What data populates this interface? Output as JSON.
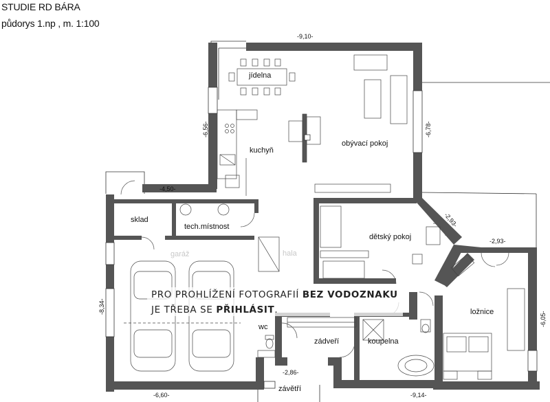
{
  "header": {
    "title": "STUDIE RD BÁRA",
    "subtitle": "půdorys 1.np , m. 1:100"
  },
  "rooms": {
    "jidelna": "jídelna",
    "kuchyn": "kuchyň",
    "obyvaci_pokoj": "obývací pokoj",
    "sklad": "sklad",
    "tech_mistnost": "tech.místnost",
    "garaz": "garáž",
    "hala": "hala",
    "detsky_pokoj": "dětský pokoj",
    "loznice": "ložnice",
    "wc": "wc",
    "zadveri": "zádveří",
    "koupelna": "koupelna",
    "zavetri": "závětří"
  },
  "dimensions": {
    "top_width": "-9,10-",
    "left_upper": "-6,56-",
    "right_upper": "-6,78-",
    "left_mid": "-4,50-",
    "left_lower": "-8,34-",
    "diag": "-2,93-",
    "bedroom_top": "-2,93-",
    "right_lower": "-6,05-",
    "entrance": "-2,86-",
    "bottom_left": "-6,60-",
    "bottom_right": "-9,14-"
  },
  "watermark": {
    "line1_prefix": "PRO PROHLÍŽENÍ FOTOGRAFIÍ ",
    "line1_bold": "BEZ VODOZNAKU",
    "line2_prefix": "JE TŘEBA SE ",
    "line2_bold": "PŘIHLÁSIT",
    "line2_suffix": "."
  },
  "colors": {
    "wall": "#555555",
    "line": "#222222",
    "background": "#ffffff"
  }
}
